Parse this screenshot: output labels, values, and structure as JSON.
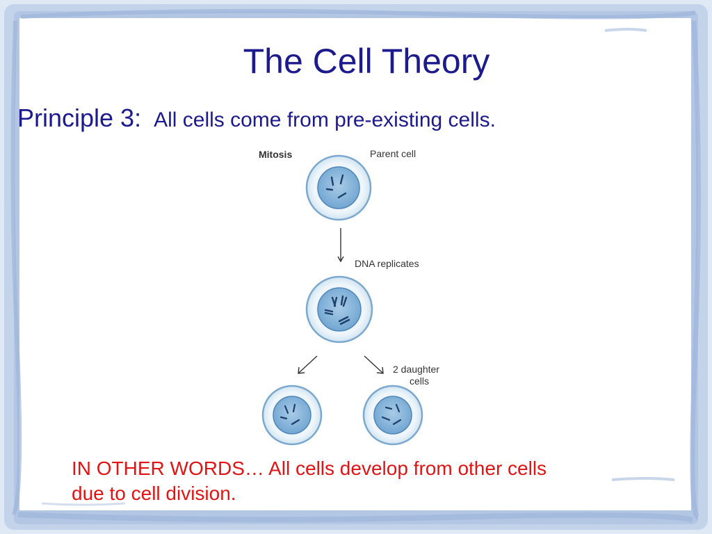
{
  "slide": {
    "title": "The Cell Theory",
    "principle_label": "Principle 3:",
    "principle_text": "All cells come from pre-existing cells.",
    "note_line1": "IN OTHER WORDS… All cells develop from other cells",
    "note_line2": "due to cell division."
  },
  "diagram": {
    "process_label": "Mitosis",
    "parent_label": "Parent cell",
    "step_label": "DNA replicates",
    "daughter_label_line1": "2 daughter",
    "daughter_label_line2": "cells"
  },
  "colors": {
    "title": "#1c1a8c",
    "note": "#e01414",
    "frame": "#b7c9e6",
    "cell_membrane": "#d8e9f3",
    "cell_nucleus": "#7fb0d8"
  }
}
